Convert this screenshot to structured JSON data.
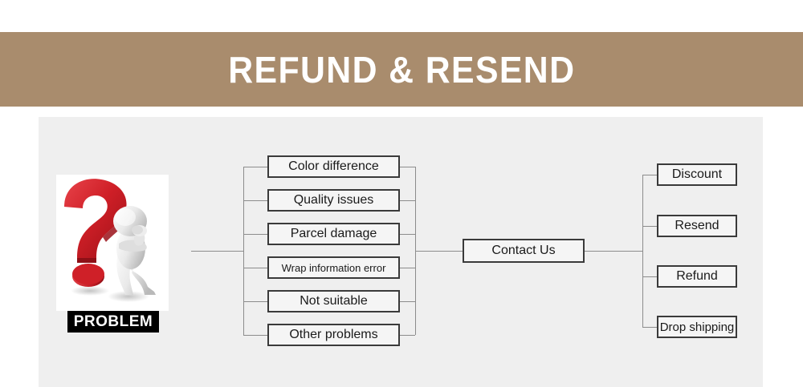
{
  "banner": {
    "title": "REFUND & RESEND",
    "background_color": "#a98c6d",
    "text_color": "#ffffff"
  },
  "panel": {
    "background_color": "#efefef"
  },
  "diagram": {
    "source": {
      "icon": "question-mark-problem-icon",
      "label": "PROBLEM",
      "label_background": "#000000",
      "label_color": "#ffffff",
      "accent_color": "#c8202a"
    },
    "problems": [
      {
        "label": "Color difference"
      },
      {
        "label": "Quality issues"
      },
      {
        "label": "Parcel damage"
      },
      {
        "label": "Wrap information error"
      },
      {
        "label": "Not suitable"
      },
      {
        "label": "Other problems"
      }
    ],
    "hub": {
      "label": "Contact Us"
    },
    "solutions": [
      {
        "label": "Discount"
      },
      {
        "label": "Resend"
      },
      {
        "label": "Refund"
      },
      {
        "label": "Drop shipping"
      }
    ]
  }
}
